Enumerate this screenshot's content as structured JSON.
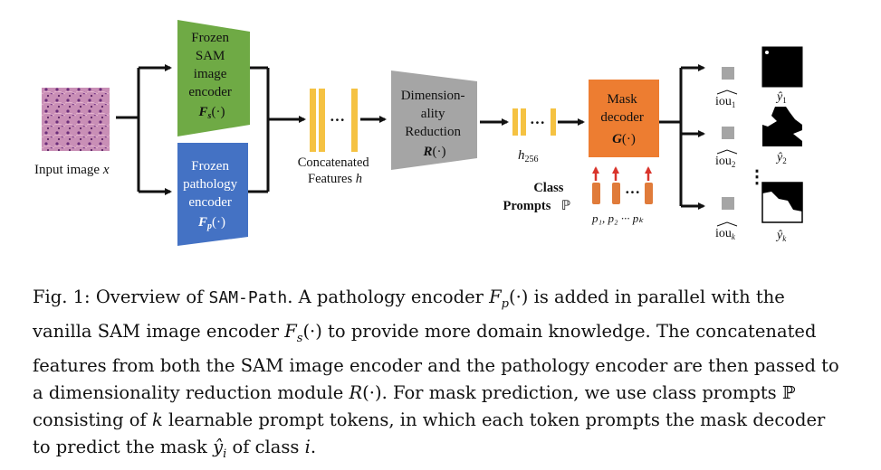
{
  "figure": {
    "input": {
      "label": "Input image",
      "var": "x"
    },
    "sam_encoder": {
      "lines": [
        "Frozen",
        "SAM",
        "image",
        "encoder"
      ],
      "func": "F",
      "sub": "s",
      "args": "(·)",
      "color": "#6faa45"
    },
    "path_encoder": {
      "lines": [
        "Frozen",
        "pathology",
        "encoder"
      ],
      "func": "F",
      "sub": "p",
      "args": "(·)",
      "color": "#4472c4"
    },
    "features": {
      "lines": [
        "Concatenated",
        "Features"
      ],
      "var": "h",
      "color": "#f5c242"
    },
    "dim_reduction": {
      "lines": [
        "Dimension-",
        "ality",
        "Reduction"
      ],
      "func": "R",
      "args": "(·)",
      "color": "#a5a5a5"
    },
    "h256": {
      "var": "h",
      "sub": "256"
    },
    "mask_decoder": {
      "lines": [
        "Mask",
        "decoder"
      ],
      "func": "G",
      "args": "(·)",
      "color": "#ed7d31"
    },
    "class_prompts": {
      "lines": [
        "Class",
        "Prompts"
      ],
      "symbol": "ℙ"
    },
    "prompt_tokens": {
      "label": "p₁, p₂ ··· pₖ",
      "color": "#e07b3a"
    },
    "outputs": [
      {
        "iou": "iou",
        "iou_sub": "1",
        "y": "ŷ",
        "y_sub": "1"
      },
      {
        "iou": "iou",
        "iou_sub": "2",
        "y": "ŷ",
        "y_sub": "2"
      },
      {
        "iou": "iou",
        "iou_sub": "k",
        "y": "ŷ",
        "y_sub": "k"
      }
    ],
    "ellipsis": "···",
    "vdots": "⋮"
  },
  "caption": {
    "prefix": "Fig. 1: Overview of",
    "name": "SAM-Path",
    "p1": ". A pathology encoder",
    "m1": "F",
    "m1_sub": "p",
    "p2": "(·) is added in parallel with the vanilla SAM image encoder",
    "m2": "F",
    "m2_sub": "s",
    "p3": "(·) to provide more domain knowledge. The concatenated features from both the SAM image encoder and the pathology encoder are then passed to a dimensionality reduction module",
    "m3": "R",
    "p4": "(·). For mask prediction, we use class prompts ℙ consisting of",
    "m4": "k",
    "p5": "learnable prompt tokens, in which each token prompts the mask decoder to predict the mask",
    "m5": "ŷ",
    "m5_sub": "i",
    "p6": "of class",
    "m6": "i",
    "p7": "."
  }
}
